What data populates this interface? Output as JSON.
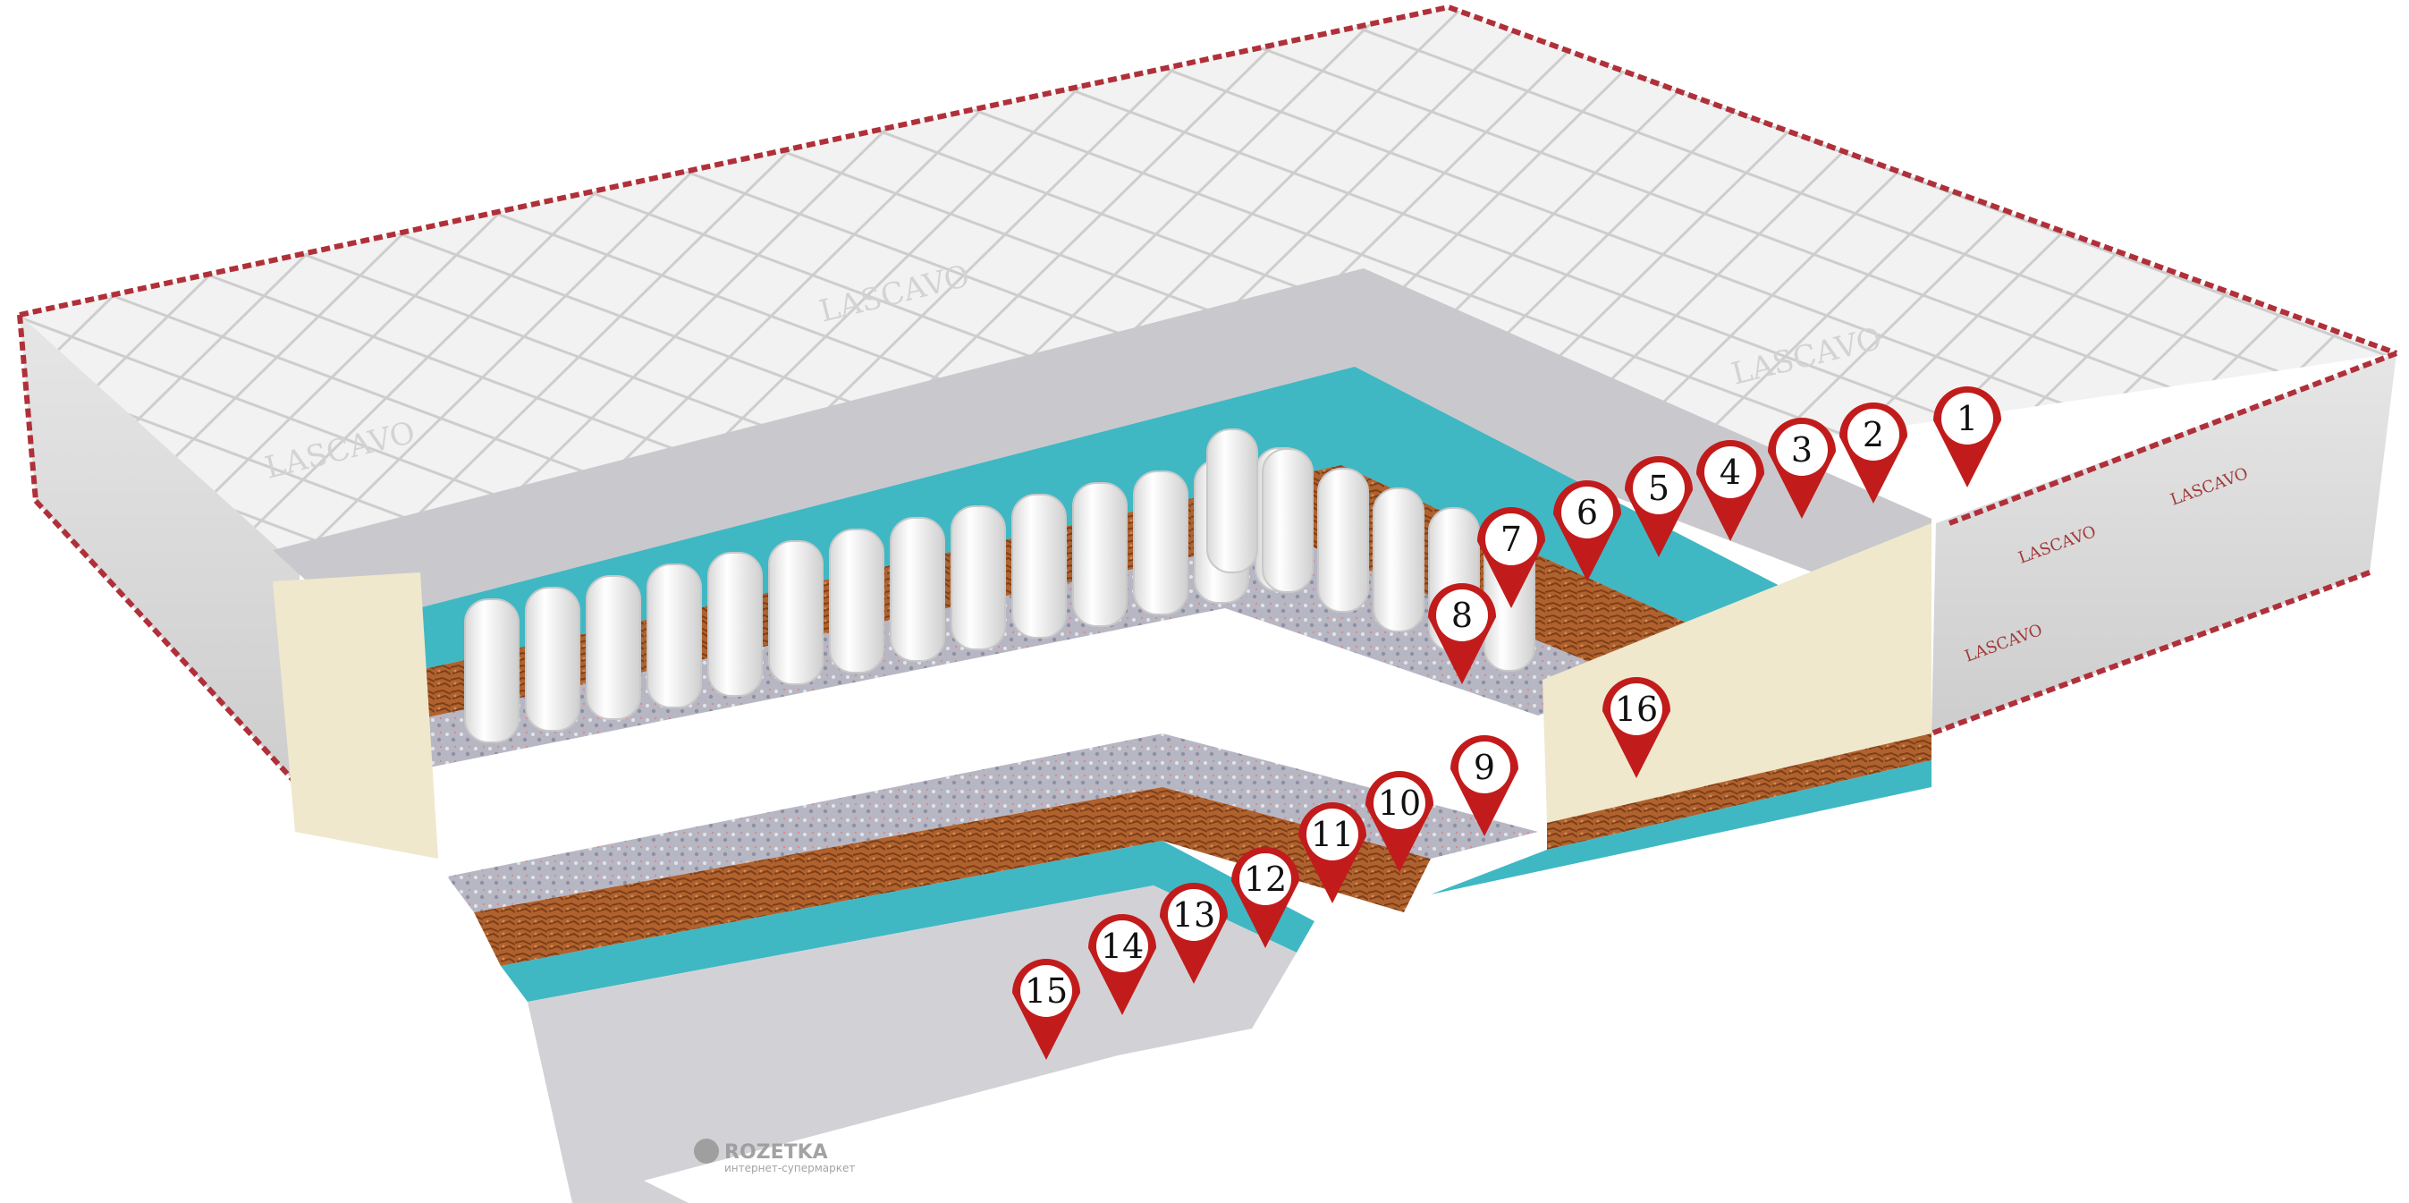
{
  "image": {
    "subject": "pocket-spring-mattress-cutaway",
    "colors": {
      "cover": "#f1f1f1",
      "cover_shade": "#d9d9d9",
      "piping": "#b0303a",
      "quilt_top": "#c4c4c4",
      "teal_foam": "#3fb8c4",
      "coconut": "#b0622e",
      "felt": "#b4b4c2",
      "cream_foam": "#efe8cc",
      "spring_fabric": "#fafafa",
      "marker_red": "#c21b1b"
    }
  },
  "brand_text": {
    "top_surface": [
      "LASCAVO",
      "LASCAVO",
      "LASCAVO"
    ],
    "side_tape": [
      "LASCAVO",
      "LASCAVO",
      "LASCAVO"
    ]
  },
  "markers": [
    "1",
    "2",
    "3",
    "4",
    "5",
    "6",
    "7",
    "8",
    "9",
    "10",
    "11",
    "12",
    "13",
    "14",
    "15",
    "16"
  ],
  "watermark": {
    "brand": "ROZETKA",
    "tagline": "интернет-супермаркет"
  }
}
